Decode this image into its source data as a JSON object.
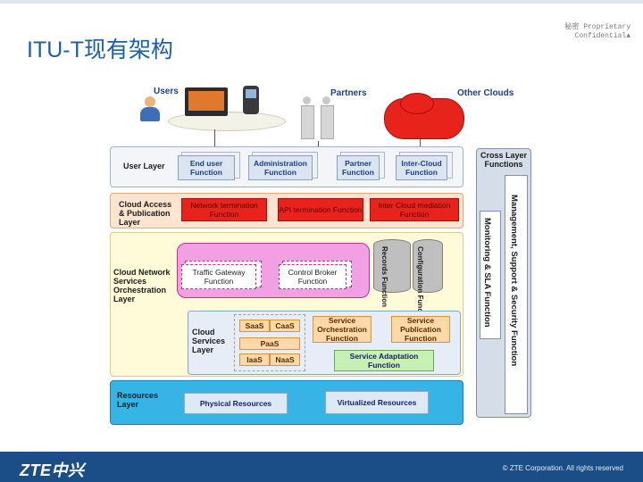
{
  "slide": {
    "title": "ITU-T现有架构",
    "confidential": [
      "秘密 Proprietary",
      "Confidential▲"
    ],
    "copyright": "© ZTE Corporation. All rights reserved",
    "logo": "ZTE中兴"
  },
  "colors": {
    "header_blue": "#1b3f86",
    "footer_blue": "#1b4d87",
    "red_func": "#e8231c",
    "orange_func": "#ffd9a8",
    "green_func": "#c7f0b4"
  },
  "top": {
    "users": "Users",
    "partners": "Partners",
    "other_clouds": "Other Clouds"
  },
  "user_layer": {
    "label": "User Layer",
    "functions": [
      "End user Function",
      "Administration Function",
      "Partner Function",
      "Inter-Cloud Function"
    ]
  },
  "cross_layer": {
    "label": "Cross Layer Functions",
    "mgmt": "Management, Support & Security Function",
    "monitor": "Monitoring & SLA Function"
  },
  "access_layer": {
    "label": "Cloud Access & Publication Layer",
    "functions": [
      "Network termination Function",
      "API termination Function",
      "Inter Cloud mediation Function"
    ]
  },
  "orchestration": {
    "label": "Cloud Network Services Orchestration Layer",
    "traffic": "Traffic Gateway Function",
    "broker": "Control Broker Function",
    "records": "Records Function",
    "configuration": "Configuration Function"
  },
  "services": {
    "label": "Cloud Services Layer",
    "saas": "SaaS",
    "caas": "CaaS",
    "paas": "PaaS",
    "iaas": "IaaS",
    "naas": "NaaS",
    "orchestration": "Service Orchestration Function",
    "publication": "Service Publication Function",
    "adaptation": "Service Adaptation Function"
  },
  "resources": {
    "label": "Resources Layer",
    "physical": "Physical Resources",
    "virtual": "Virtualized Resources"
  }
}
